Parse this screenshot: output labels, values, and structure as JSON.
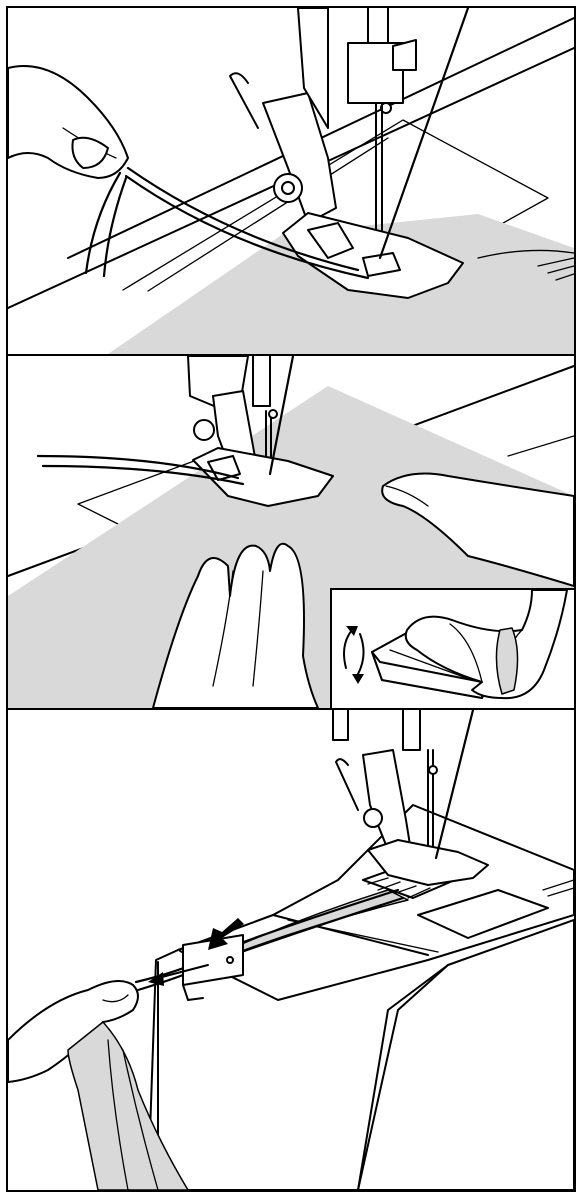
{
  "figure": {
    "steps": [
      {
        "id": "hold-threads",
        "shows": [
          "fingers-holding-thread-ends",
          "presser-foot-lowered-on-fabric",
          "needle"
        ]
      },
      {
        "id": "sew",
        "shows": [
          "hands-guiding-fabric",
          "foot-pressing-controller"
        ],
        "inset_icon": "rocking-arrows-icon"
      },
      {
        "id": "cut-threads",
        "shows": [
          "threads-drawn-back",
          "thread-cutter-on-side-cover",
          "pull-arrow-icon"
        ]
      }
    ],
    "colors": {
      "line": "#000000",
      "fabric": "#d9d9d9",
      "background": "#ffffff"
    }
  }
}
